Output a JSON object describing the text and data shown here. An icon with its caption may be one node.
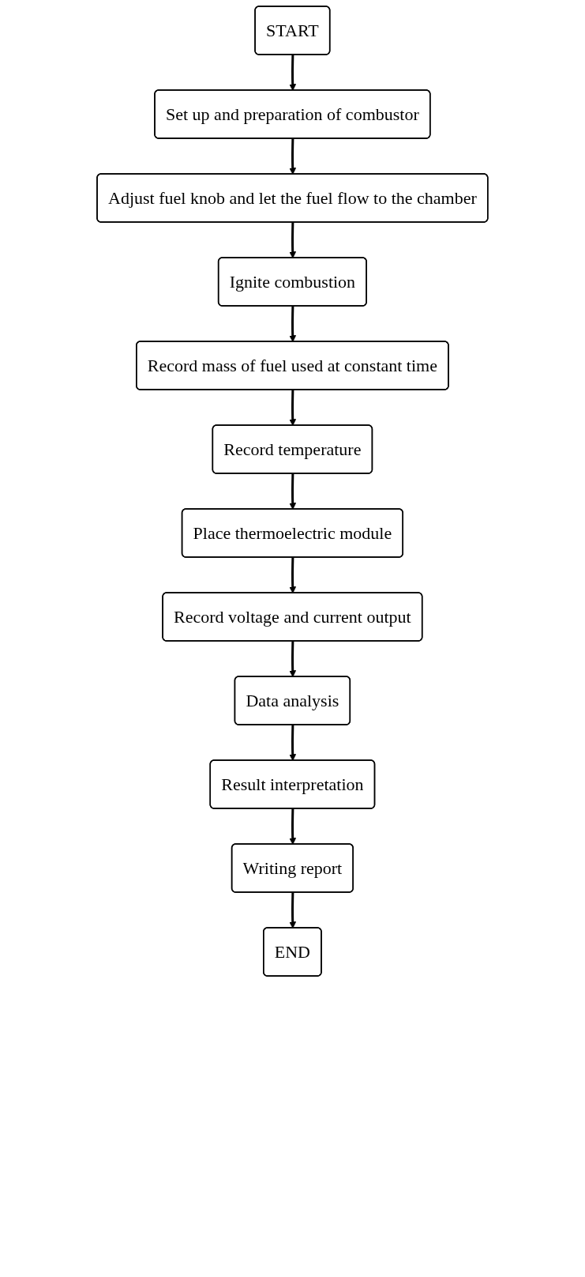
{
  "diagram": {
    "nodes": [
      {
        "text": [
          "START"
        ]
      },
      {
        "text": [
          "Set up and preparation of combustor"
        ]
      },
      {
        "text": [
          "Adjust fuel knob and let the fuel flow to the chamber"
        ]
      },
      {
        "text": [
          "Ignite combustion"
        ]
      },
      {
        "text": [
          "Record mass of fuel used at constant time"
        ]
      },
      {
        "text": [
          "Record temperature"
        ]
      },
      {
        "text": [
          "Place thermoelectric module"
        ]
      },
      {
        "text": [
          "Record voltage and current output"
        ]
      },
      {
        "text": [
          "Data analysis"
        ]
      },
      {
        "text": [
          "Result interpretation"
        ]
      },
      {
        "text": [
          "Writing report"
        ]
      },
      {
        "text": [
          "END"
        ]
      }
    ],
    "edges": [
      {
        "from": 0,
        "to": 1,
        "arrow": "to"
      },
      {
        "from": 1,
        "to": 2,
        "arrow": "to"
      },
      {
        "from": 2,
        "to": 3,
        "arrow": "to"
      },
      {
        "from": 3,
        "to": 4,
        "arrow": "to"
      },
      {
        "from": 4,
        "to": 5,
        "arrow": "to"
      },
      {
        "from": 5,
        "to": 6,
        "arrow": "to"
      },
      {
        "from": 6,
        "to": 7,
        "arrow": "to"
      },
      {
        "from": 7,
        "to": 8,
        "arrow": "to"
      },
      {
        "from": 8,
        "to": 9,
        "arrow": "to"
      },
      {
        "from": 9,
        "to": 10,
        "arrow": "to"
      },
      {
        "from": 10,
        "to": 11,
        "arrow": "to"
      }
    ]
  }
}
